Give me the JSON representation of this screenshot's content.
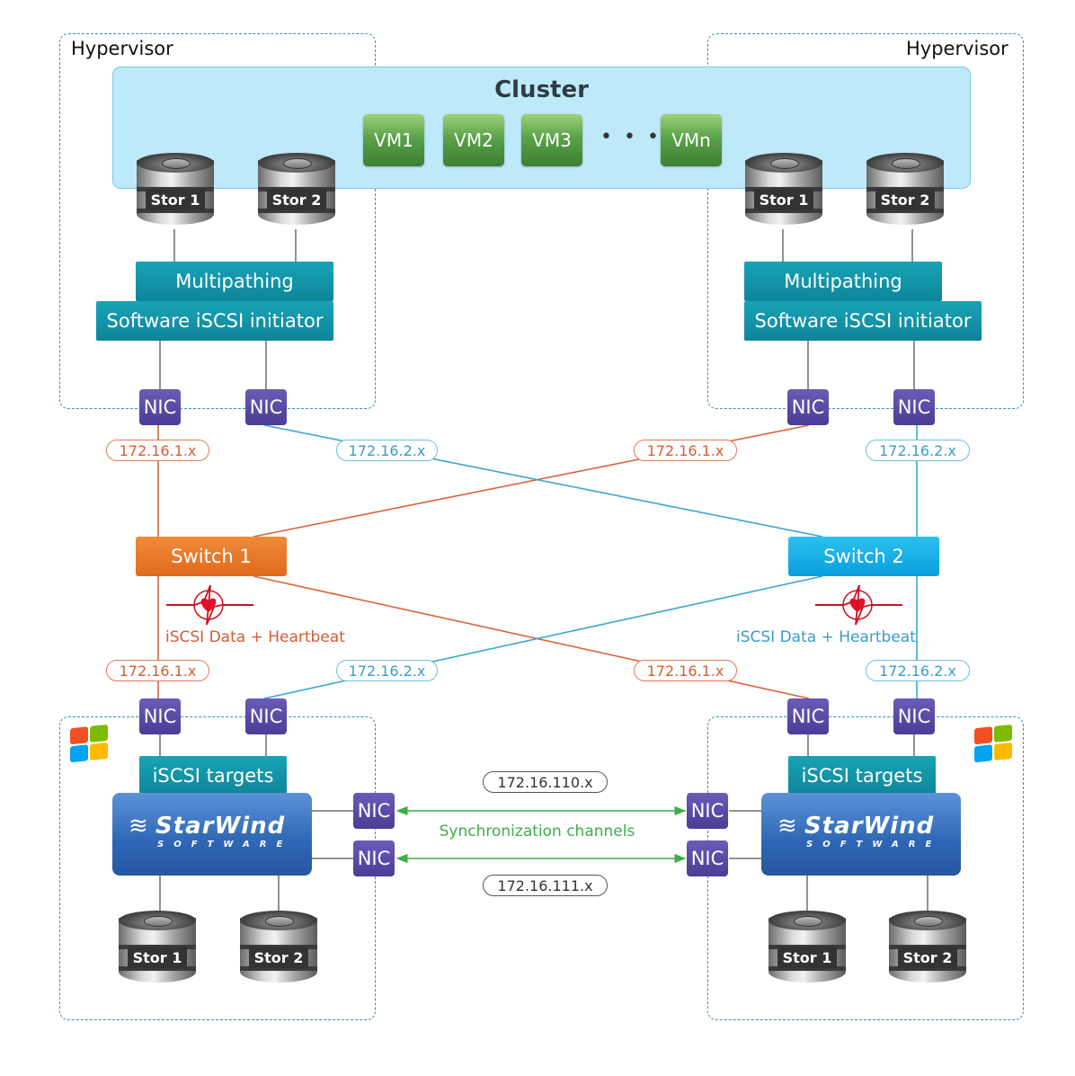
{
  "zones": {
    "hypervisor_left_label": "Hypervisor",
    "hypervisor_right_label": "Hypervisor"
  },
  "cluster": {
    "title": "Cluster",
    "vms": [
      "VM1",
      "VM2",
      "VM3",
      "VMn"
    ],
    "ellipsis": "• • •"
  },
  "hypervisor_left": {
    "disks": [
      "Stor 1",
      "Stor 2"
    ],
    "multipathing": "Multipathing",
    "initiator": "Software iSCSI initiator",
    "nics": [
      "NIC",
      "NIC"
    ]
  },
  "hypervisor_right": {
    "disks": [
      "Stor 1",
      "Stor 2"
    ],
    "multipathing": "Multipathing",
    "initiator": "Software iSCSI initiator",
    "nics": [
      "NIC",
      "NIC"
    ]
  },
  "network": {
    "subnet1": "172.16.1.x",
    "subnet2": "172.16.2.x",
    "switch1": "Switch 1",
    "switch2": "Switch 2",
    "heartbeat_label": "iSCSI Data + Heartbeat",
    "colors": {
      "subnet1": "#d9653a",
      "subnet2": "#3aa6d0",
      "sync": "#3cae4c",
      "heartbeat": "#cc1122"
    }
  },
  "storage_left": {
    "nics_top": [
      "NIC",
      "NIC"
    ],
    "targets": "iSCSI targets",
    "brand": "StarWind",
    "brand_sub": "SOFTWARE",
    "sync_nics": [
      "NIC",
      "NIC"
    ],
    "disks": [
      "Stor 1",
      "Stor 2"
    ]
  },
  "storage_right": {
    "nics_top": [
      "NIC",
      "NIC"
    ],
    "targets": "iSCSI targets",
    "brand": "StarWind",
    "brand_sub": "SOFTWARE",
    "sync_nics": [
      "NIC",
      "NIC"
    ],
    "disks": [
      "Stor 1",
      "Stor 2"
    ]
  },
  "sync": {
    "label": "Synchronization channels",
    "subnet_a": "172.16.110.x",
    "subnet_b": "172.16.111.x"
  }
}
